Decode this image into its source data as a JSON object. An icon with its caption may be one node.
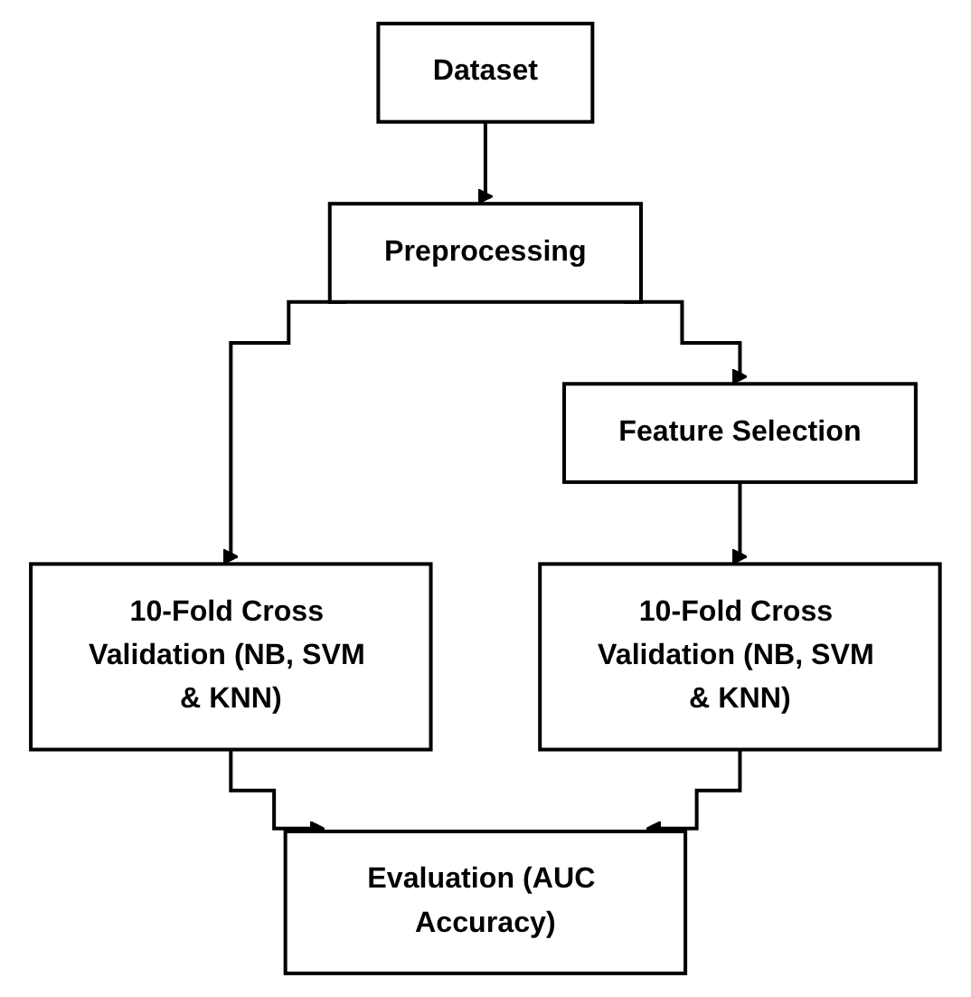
{
  "diagram": {
    "nodes": [
      {
        "text": [
          "Dataset"
        ]
      },
      {
        "text": [
          "Preprocessing"
        ]
      },
      {
        "text": [
          "Feature Selection"
        ]
      },
      {
        "text": [
          "10-Fold Cross Validation (NB, SVM & KNN)"
        ]
      },
      {
        "text": [
          "10-Fold Cross Validation (NB, SVM & KNN)"
        ]
      },
      {
        "text": [
          "Evaluation (AUC Accuracy)"
        ]
      }
    ],
    "edges": [
      {
        "from": 0,
        "to": 1,
        "arrow": "to"
      },
      {
        "from": 1,
        "to": 3,
        "arrow": "to"
      },
      {
        "from": 1,
        "to": 2,
        "arrow": "to"
      },
      {
        "from": 2,
        "to": 4,
        "arrow": "to"
      },
      {
        "from": 3,
        "to": 5,
        "arrow": "to"
      },
      {
        "from": 4,
        "to": 5,
        "arrow": "to"
      }
    ]
  }
}
